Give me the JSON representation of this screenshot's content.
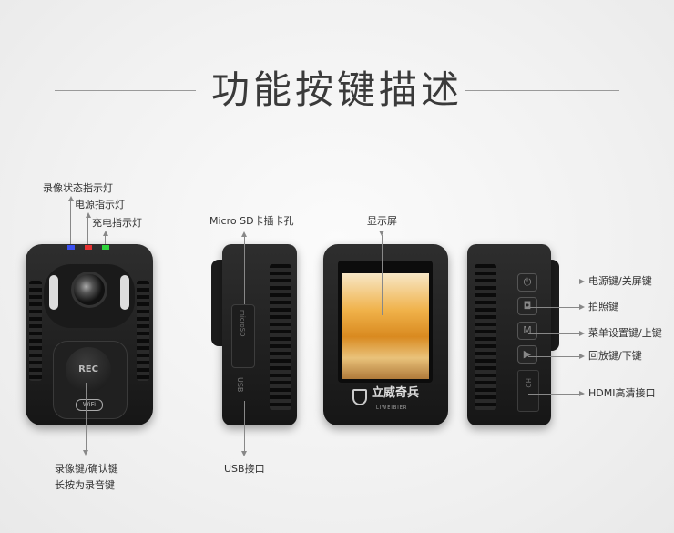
{
  "title": "功能按键描述",
  "front_view": {
    "labels": {
      "record_status_led": "录像状态指示灯",
      "power_led": "电源指示灯",
      "charge_led": "充电指示灯",
      "record_button": "录像键/确认键",
      "record_button_long": "长按为录音键"
    },
    "rec_text": "REC",
    "wifi_text": "WiFi",
    "led_colors": {
      "record": "#3a4ff0",
      "power": "#e53030",
      "charge": "#2fd33c"
    }
  },
  "side_view": {
    "labels": {
      "sd_slot": "Micro SD卡插卡孔",
      "usb_port": "USB接口"
    },
    "usb_text": "USB",
    "sd_text": "microSD"
  },
  "back_view": {
    "labels": {
      "screen": "显示屏"
    },
    "logo_text": "立威奇兵",
    "logo_sub": "LIWEIBIER"
  },
  "button_side_view": {
    "labels": [
      "电源键/关屏键",
      "拍照键",
      "菜单设置键/上键",
      "回放键/下键",
      "HDMI高清接口"
    ],
    "button_icons": [
      "power-icon",
      "camera-icon",
      "m-icon",
      "play-icon"
    ],
    "button_glyphs": [
      "⏻",
      "◘",
      "M",
      "▶"
    ],
    "hdmi_text": "HD"
  }
}
